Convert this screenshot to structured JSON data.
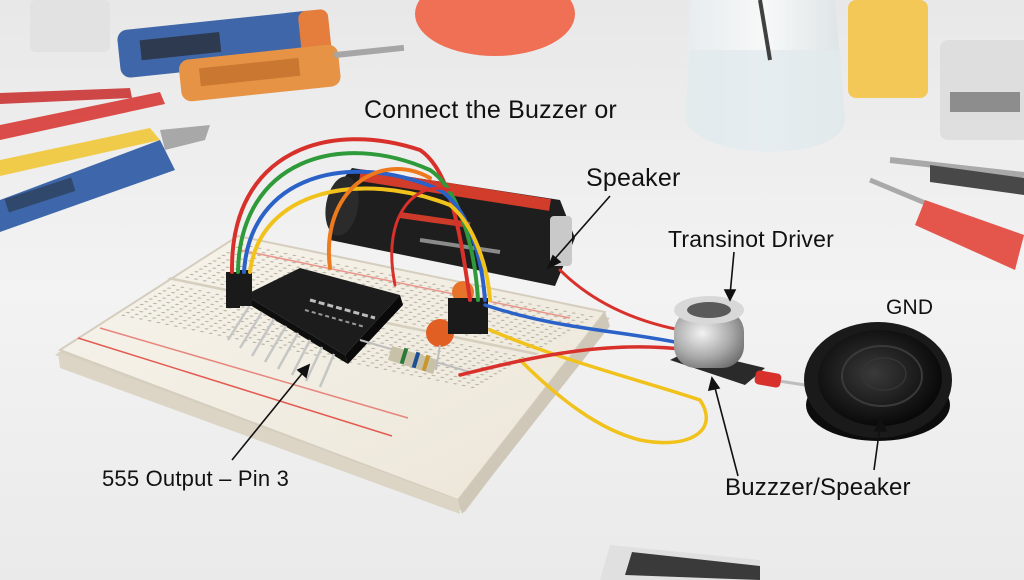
{
  "annotations": {
    "connect_line1": "Connect the Buzzer or",
    "connect_line2": "Speaker",
    "transistor_driver": "Transinot Driver",
    "gnd": "GND",
    "output_555": "555 Output – Pin 3",
    "buzzer_speaker": "Buzzzer/Speaker"
  },
  "colors": {
    "background": "#efefef",
    "breadboard": "#f3efe6",
    "wire_red": "#d8312c",
    "wire_green": "#2e9a3a",
    "wire_blue": "#2b62c8",
    "wire_yellow": "#f1c21b",
    "wire_orange": "#ee7a1e",
    "capacitor": "#e25f24",
    "battery_body": "#1e1e1e"
  }
}
